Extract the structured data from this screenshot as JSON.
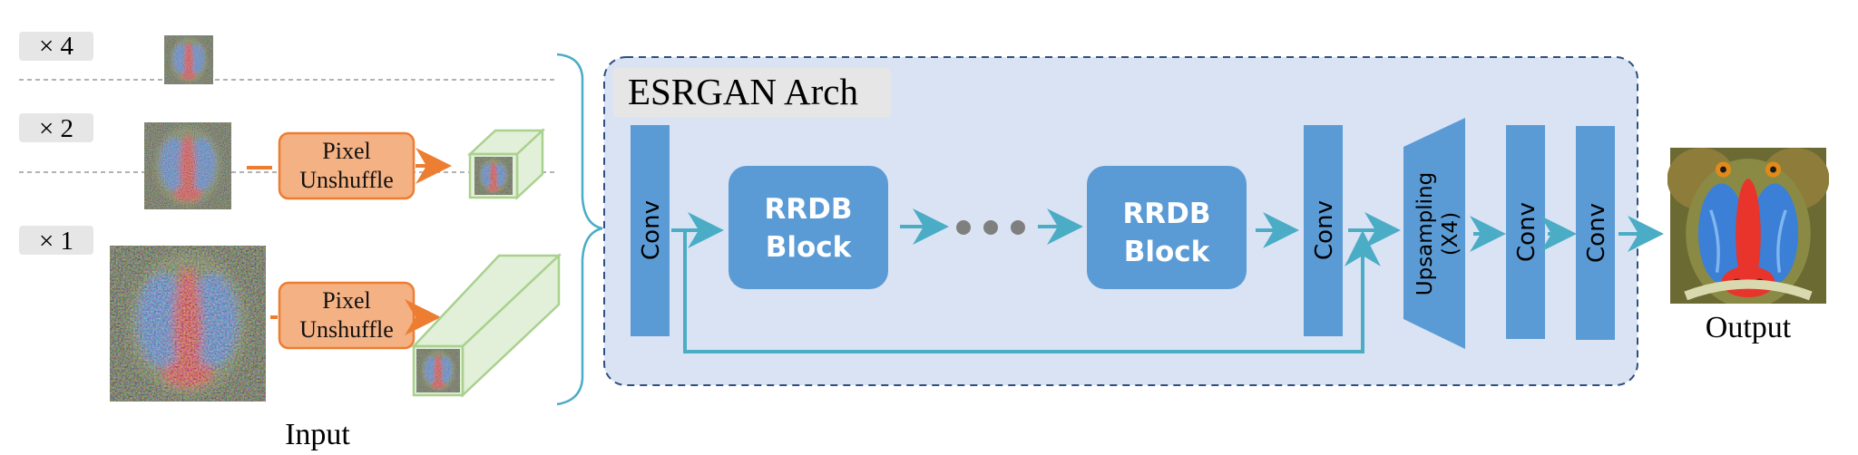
{
  "input": {
    "scales": [
      "× 4",
      "× 2",
      "× 1"
    ],
    "caption": "Input"
  },
  "pixel_unshuffle": {
    "line1": "Pixel",
    "line2": "Unshuffle"
  },
  "arch": {
    "title": "ESRGAN Arch",
    "conv_label": "Conv",
    "rrdb_line1": "RRDB",
    "rrdb_line2": "Block",
    "upsampling_line1": "Upsampling",
    "upsampling_line2": "(X4)"
  },
  "output": {
    "caption": "Output"
  },
  "colors": {
    "box_fill": "#5b9bd5",
    "arch_bg": "#dae3f3",
    "arch_border": "#2f4f80",
    "arrow_teal": "#4bacc6",
    "orange_fill": "#f4b183",
    "orange_stroke": "#ed7d31",
    "cube_fill": "#e2f0d9",
    "cube_stroke": "#a9d18e",
    "label_bg": "#e7e6e6"
  },
  "images": {
    "input_x4": "mandrill-face-noisy",
    "input_x2": "mandrill-face-noisy",
    "input_x1": "mandrill-face-noisy",
    "output": "mandrill-face-clean"
  }
}
